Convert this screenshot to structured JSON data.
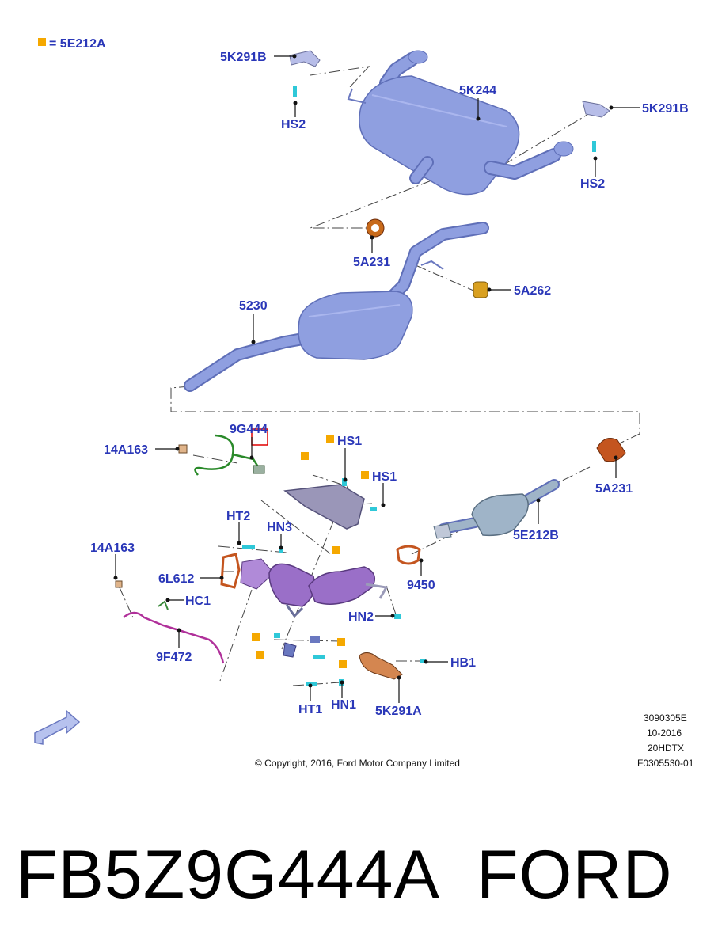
{
  "legend": {
    "label": "= 5E212A",
    "marker_color": "#f5a800"
  },
  "callouts": {
    "k5k291b_left": "5K291B",
    "hs2_left": "HS2",
    "k5k244": "5K244",
    "k5k291b_right": "5K291B",
    "hs2_right": "HS2",
    "k5a231_top": "5A231",
    "k5a262": "5A262",
    "k5230": "5230",
    "k9g444": "9G444",
    "k14a163_top": "14A163",
    "hs1_a": "HS1",
    "hs1_b": "HS1",
    "k5a231_right": "5A231",
    "k5e212b": "5E212B",
    "ht2": "HT2",
    "hn3": "HN3",
    "k14a163_left": "14A163",
    "k6l612": "6L612",
    "hc1": "HC1",
    "k9450": "9450",
    "hn2": "HN2",
    "k9f472": "9F472",
    "hb1": "HB1",
    "ht1": "HT1",
    "hn1": "HN1",
    "k5k291a": "5K291A"
  },
  "meta": {
    "code": "3090305E",
    "date": "10-2016",
    "model": "20HDTX",
    "ref": "F0305530-01",
    "copyright": "© Copyright, 2016, Ford Motor Company Limited"
  },
  "colors": {
    "pipe_blue": "#8f9fe0",
    "pipe_edge": "#5f6fb8",
    "converter": "#9a6fc8",
    "gasket_orange": "#c4551f",
    "clamp": "#c86a1a",
    "highlight_box": "#e00000",
    "marker": "#f5a800",
    "clip_cyan": "#2fc8d8",
    "sensor_green": "#2a8a2a",
    "harness_magenta": "#b0309a",
    "label_blue": "#2a37b8"
  },
  "footer": {
    "part_number": "FB5Z9G444A",
    "brand": "FORD"
  }
}
